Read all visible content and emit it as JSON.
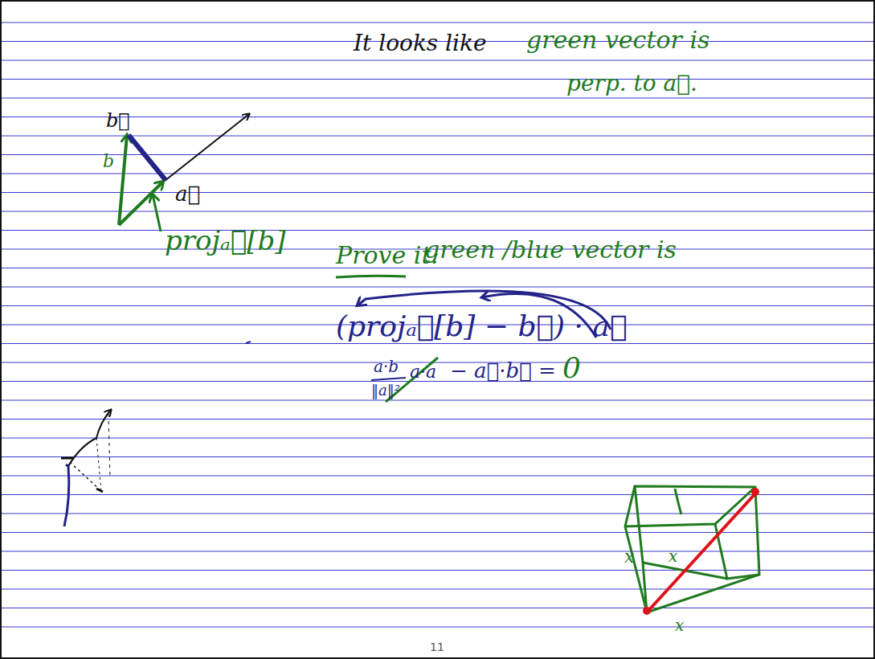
{
  "diagram": {
    "labels": [
      "b⃗",
      "b",
      "a⃗",
      "projₐ⃗[b]",
      "It looks like",
      "green vector is",
      "perp. to a⃗.",
      "Prove it:",
      "green /blue vector is",
      "(projₐ⃗[b] − b⃗) · a⃗",
      "a·b",
      "‖a‖²",
      "a·a",
      "− a⃗·b⃗ =",
      "0",
      "x",
      "x",
      "x",
      "11"
    ]
  }
}
